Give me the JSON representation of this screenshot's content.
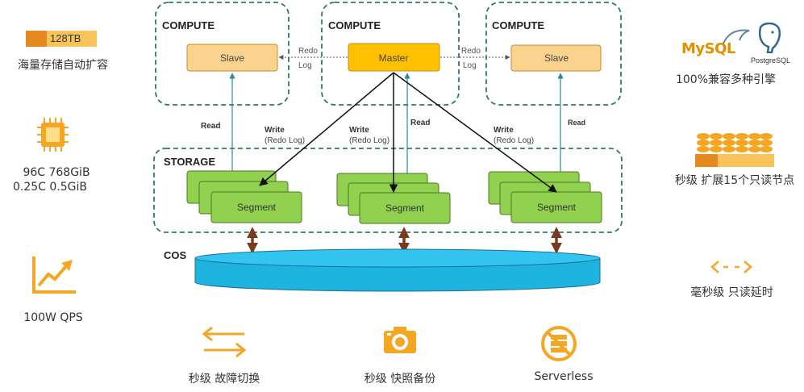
{
  "left_features": [
    {
      "bar_text": "128TB",
      "label": "海量存储自动扩容",
      "icon": "storage-bar-icon"
    },
    {
      "line1": "96C 768GiB",
      "line2": "0.25C  0.5GiB",
      "icon": "cpu-chip-icon"
    },
    {
      "label": "100W QPS",
      "icon": "growth-chart-icon"
    }
  ],
  "right_features": [
    {
      "label": "100%兼容多种引擎",
      "mysql_text": "MySQL",
      "pg_text": "PostgreSQL",
      "icon": "database-engines-icon"
    },
    {
      "label": "秒级 扩展15个只读节点",
      "icon": "coin-stack-icon"
    },
    {
      "label": "毫秒级 只读延时",
      "icon": "latency-arrows-icon"
    }
  ],
  "bottom_features": [
    {
      "label": "秒级 故障切换",
      "icon": "switch-arrows-icon"
    },
    {
      "label": "秒级 快照备份",
      "icon": "camera-icon"
    },
    {
      "label": "Serverless",
      "icon": "serverless-icon"
    }
  ],
  "diagram": {
    "compute_title": "COMPUTE",
    "storage_title": "STORAGE",
    "cos_title": "COS",
    "master_label": "Master",
    "slave_label": "Slave",
    "segment_label": "Segment",
    "redo_log_left": [
      "Redo",
      "Log"
    ],
    "redo_log_right": [
      "Redo",
      "Log"
    ],
    "read_label": "Read",
    "write_label": "Write",
    "write_sub": "(Redo Log)"
  },
  "colors": {
    "accent_orange": "#f5a623",
    "master_fill": "#ffc000",
    "slave_fill": "#fbd38f",
    "segment_fill": "#92d050",
    "cos_fill": "#1fb3e0",
    "frame_green": "#2e7d5b",
    "arrow_brown": "#7b3a1d",
    "line_teal": "#2a8a9a"
  }
}
